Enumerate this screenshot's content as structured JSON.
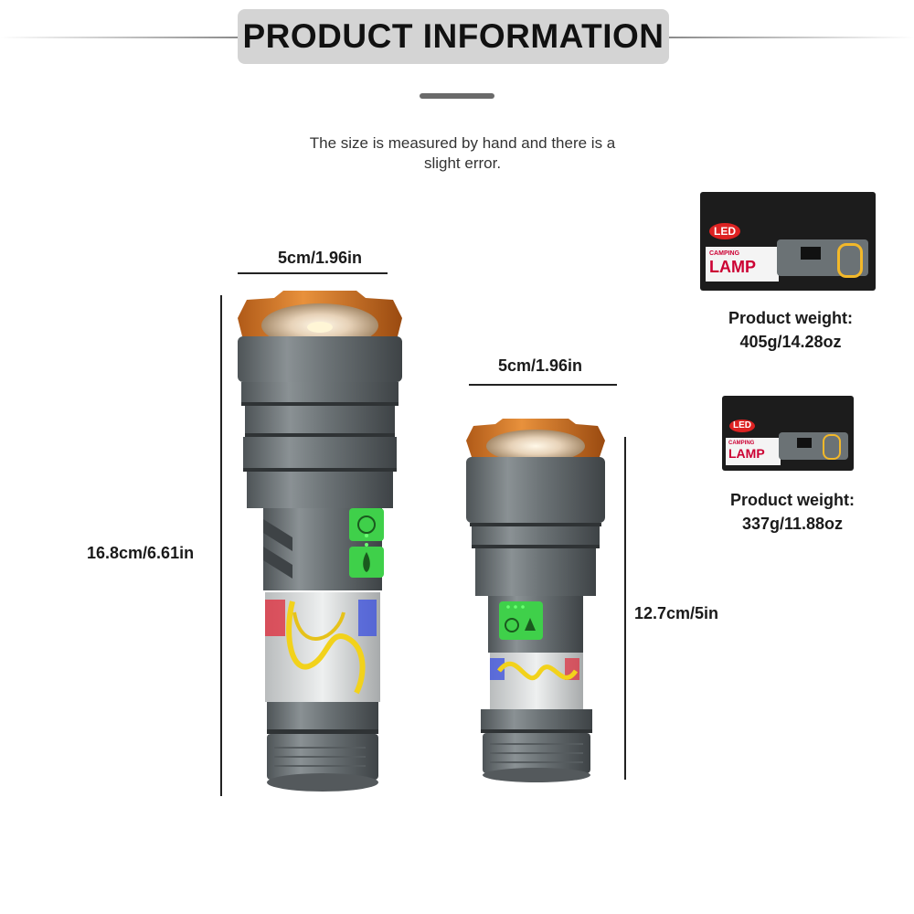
{
  "header": {
    "title": "PRODUCT INFORMATION"
  },
  "note": {
    "line1": "The size is measured by hand and there is a",
    "line2": "slight error."
  },
  "large_lamp": {
    "width_label": "5cm/1.96in",
    "height_label": "16.8cm/6.61in"
  },
  "small_lamp": {
    "width_label": "5cm/1.96in",
    "height_label": "12.7cm/5in"
  },
  "large_box": {
    "brand": "LED",
    "product": "CAMPING",
    "product_big": "LAMP",
    "weight_label": "Product weight:",
    "weight_value": "405g/14.28oz"
  },
  "small_box": {
    "brand": "LED",
    "product": "CAMPING",
    "product_big": "LAMP",
    "weight_label": "Product weight:",
    "weight_value": "337g/11.88oz"
  },
  "colors": {
    "body": "#6b7275",
    "head": "#d4782c",
    "switch": "#3fd04a",
    "cob": "#f2d21b",
    "rgb_red": "#e02a3a",
    "rgb_blue": "#3a4fe0"
  },
  "icons": [
    "flashlight-icon",
    "camping-lamp-icon",
    "fan-mode-icon",
    "flame-mode-icon",
    "package-box-icon"
  ]
}
